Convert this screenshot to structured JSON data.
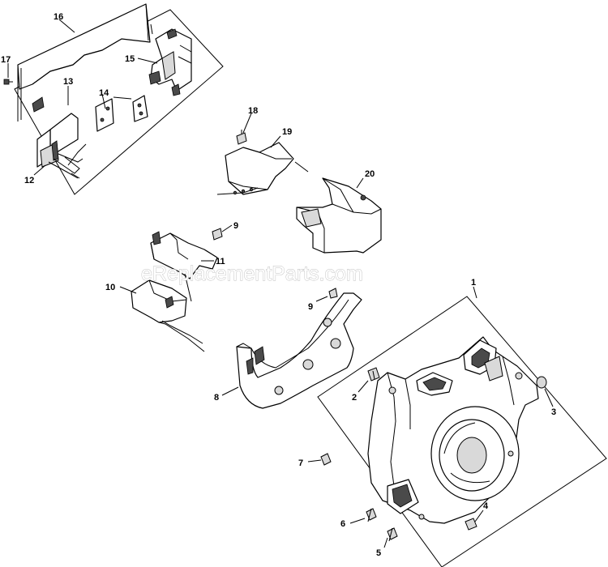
{
  "watermark": "eReplacementParts.com",
  "callouts": {
    "c1": "1",
    "c2": "2",
    "c3": "3",
    "c4": "4",
    "c5": "5",
    "c6": "6",
    "c7": "7",
    "c8": "8",
    "c9a": "9",
    "c9b": "9",
    "c10": "10",
    "c11": "11",
    "c12": "12",
    "c13": "13",
    "c14": "14",
    "c15": "15",
    "c16": "16",
    "c17": "17",
    "c18": "18",
    "c19": "19",
    "c20": "20"
  }
}
